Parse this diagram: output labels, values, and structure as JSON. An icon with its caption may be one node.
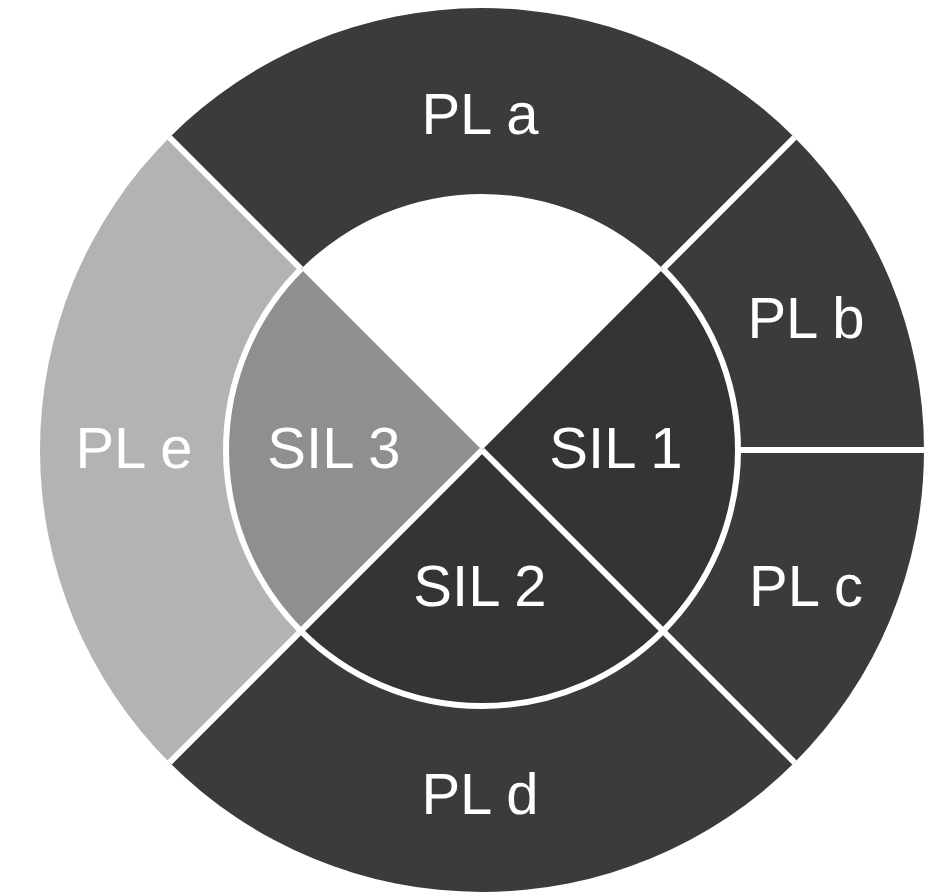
{
  "diagram": {
    "nodes": [
      {
        "text": [
          "PL a"
        ]
      },
      {
        "text": [
          "PL b"
        ]
      },
      {
        "text": [
          "PL c"
        ]
      },
      {
        "text": [
          "PL d"
        ]
      },
      {
        "text": [
          "PL e"
        ]
      },
      {
        "text": [
          "SIL 1"
        ]
      },
      {
        "text": [
          "SIL 2"
        ]
      },
      {
        "text": [
          "SIL 3"
        ]
      }
    ]
  }
}
